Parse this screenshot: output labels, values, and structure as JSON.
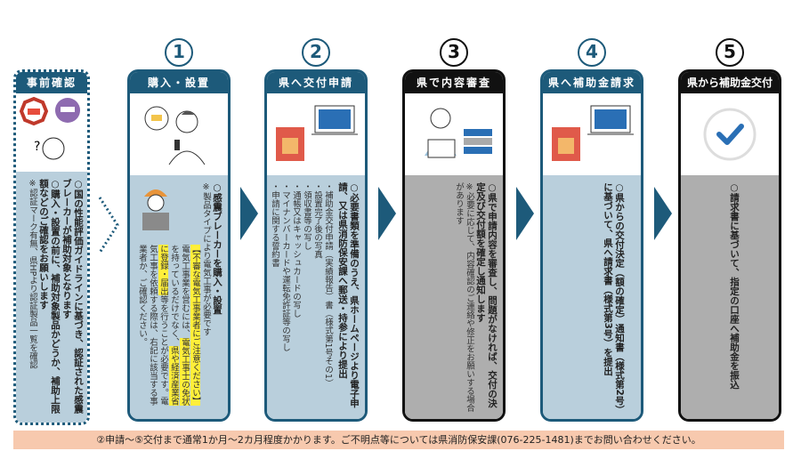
{
  "pre_check": {
    "title": "事前確認",
    "lines": [
      "○国の性能評価ガイドラインに基づき、認証された感震ブレーカーが補助対象となります",
      "○購入・設置の前に、補助対象製品かどうか、補助上限額などのご確認をお願いします"
    ],
    "note": "※認証マーク有無、県HPより認証製品一覧を確認"
  },
  "steps": [
    {
      "number": "1",
      "title": "購入・設置",
      "main": "○感震ブレーカーを購入・設置",
      "note": "※製品タイプにより電気工事が必要です",
      "warning_title": "【不審な電気工事業者にご注意ください】",
      "warning_a": "電気工事業を営むには、",
      "warning_b": "電気工事士の免状",
      "warning_c": "を持っているだけでなく、",
      "warning_d": "県や経済産業省に登録・届出",
      "warning_e": "等を行うことが必要です。電気工事を依頼する際は、右記に該当する事業者か、ご確認ください。"
    },
    {
      "number": "2",
      "title": "県へ交付申請",
      "main": "○必要書類を準備のうえ、県ホームページより電子申請、又は県消防保安課へ郵送・持参により提出",
      "items": [
        "・補助金交付申請（実績報告）書（様式第1号その1）",
        "・設置完了後の写真",
        "・領収書等の写し",
        "・通帳又はキャッシュカードの写し",
        "・マイナンバーカードや運転免許証等の写し",
        "・申請に関する誓約書"
      ]
    },
    {
      "number": "3",
      "title": "県で内容審査",
      "main": "○県で申請内容を審査し、問題がなければ、交付の決定及び交付額を確定し通知します",
      "note": "※必要に応じて、内容確認のご連絡や修正をお願いする場合があります"
    },
    {
      "number": "4",
      "title": "県へ補助金請求",
      "main": "○県からの交付決定（額の確定）通知書（様式第2号）に基づいて、県へ請求書（様式第3号）を提出"
    },
    {
      "number": "5",
      "title": "県から補助金交付",
      "main": "○請求書に基づいて、指定の口座へ補助金を振込"
    }
  ],
  "footer": "②申請～⑤交付まで通常1か月～2カ月程度かかります。ご不明点等については県消防保安課(076-225-1481)までお問い合わせください。",
  "colors": {
    "primary": "#1d5a7a",
    "dark": "#111111",
    "panel": "#b9cfdc",
    "panel_dark": "#aeaeae",
    "banner": "#f7c9ae",
    "highlight": "#ffef3a"
  }
}
